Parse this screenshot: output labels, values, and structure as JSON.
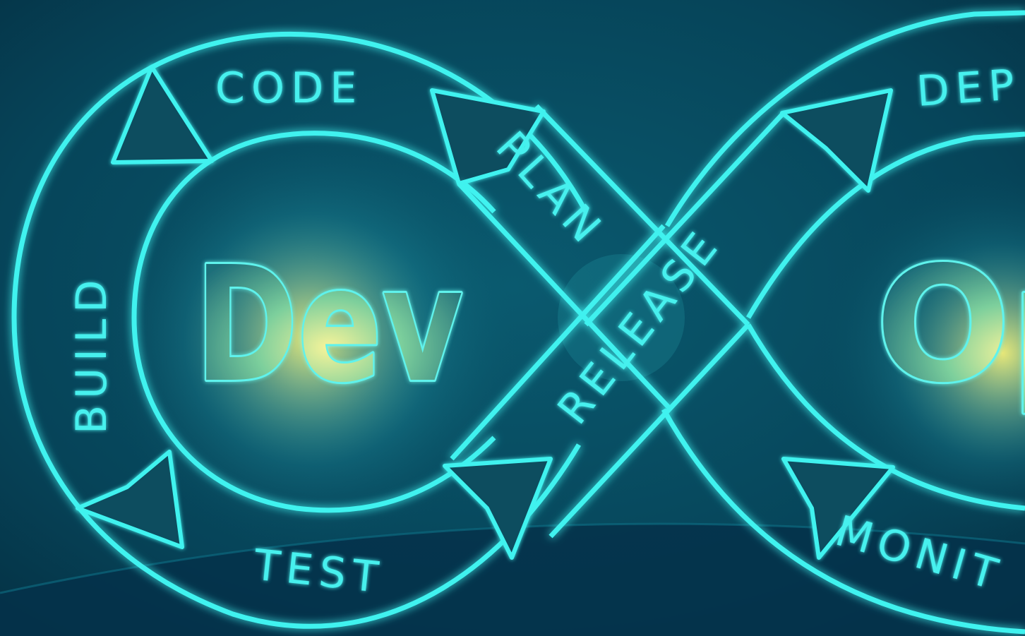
{
  "diagram": {
    "left_word": "Dev",
    "right_word": "Op",
    "stages": {
      "code": "CODE",
      "build": "BUILD",
      "test": "TEST",
      "plan": "PLAN",
      "release": "RELEASE",
      "deploy": "DEP",
      "monitor": "MONIT"
    }
  },
  "colors": {
    "background_top": "#074f66",
    "background_bottom": "#05283c",
    "glow": "#3ff2ef",
    "outline": "#3fe9ee",
    "word_core": "#e8f29a"
  }
}
